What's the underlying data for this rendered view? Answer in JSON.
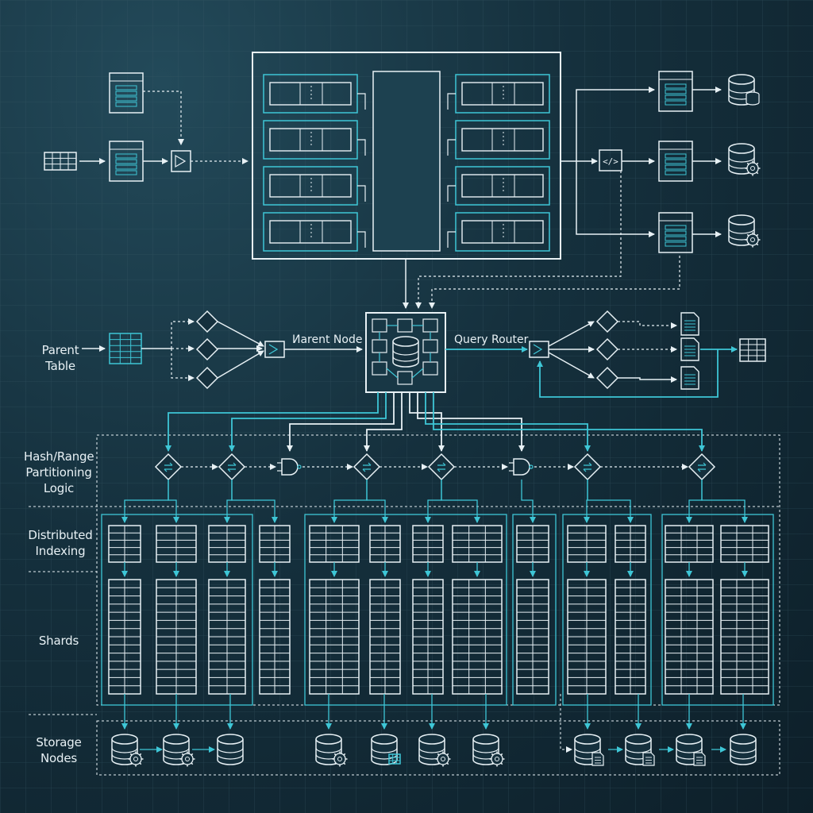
{
  "labels": {
    "parent_table": "Parent Table",
    "parent_node": "Иarent Node",
    "query_router": "Query Router",
    "partitioning": "Hash/Range Partitioning Logic",
    "indexing": "Distributed Indexing",
    "shards": "Shards",
    "storage": "Storage Nodes"
  },
  "colors": {
    "background": "#15303d",
    "grid": "#3b5a68",
    "line": "#e8f1f5",
    "accent": "#3ec6d6"
  },
  "icons": {
    "router": "gate-icon",
    "database": "database-icon",
    "partition": "diamond-swap-icon",
    "code": "code-icon",
    "document": "document-icon"
  }
}
